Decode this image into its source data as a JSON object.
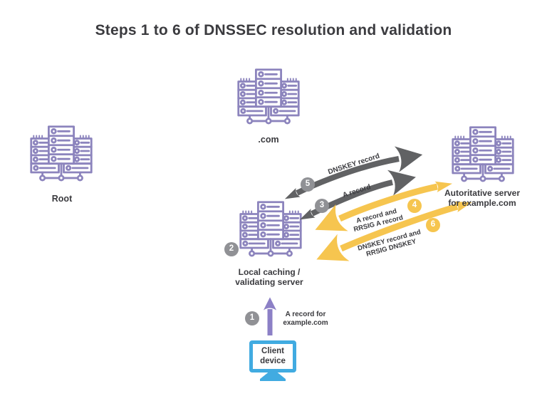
{
  "title": "Steps 1 to 6 of DNSSEC resolution and validation",
  "colors": {
    "server_purple": "#8c84bd",
    "arrow_purple": "#8c80c6",
    "arrow_gray": "#616264",
    "arrow_yellow": "#f6c54f",
    "circle_gray": "#909195",
    "circle_yellow": "#f6c54f",
    "client_blue": "#41abe1",
    "text_dark": "#3a3a3e"
  },
  "nodes": {
    "root": {
      "label": "Root"
    },
    "com": {
      "label": ".com"
    },
    "authoritative": {
      "line1": "Autoritative server",
      "line2": "for example.com"
    },
    "local": {
      "line1": "Local caching /",
      "line2": "validating server"
    },
    "client": {
      "line1": "Client",
      "line2": "device"
    }
  },
  "steps": {
    "s1": {
      "num": "1",
      "line1": "A record for",
      "line2": "example.com"
    },
    "s2": {
      "num": "2"
    },
    "s3": {
      "num": "3",
      "label": "A record"
    },
    "s4": {
      "num": "4",
      "line1": "A record and",
      "line2": "RRSIG A record"
    },
    "s5": {
      "num": "5",
      "label": "DNSKEY record"
    },
    "s6": {
      "num": "6",
      "line1": "DNSKEY record and",
      "line2": "RRSIG DNSKEY"
    }
  }
}
